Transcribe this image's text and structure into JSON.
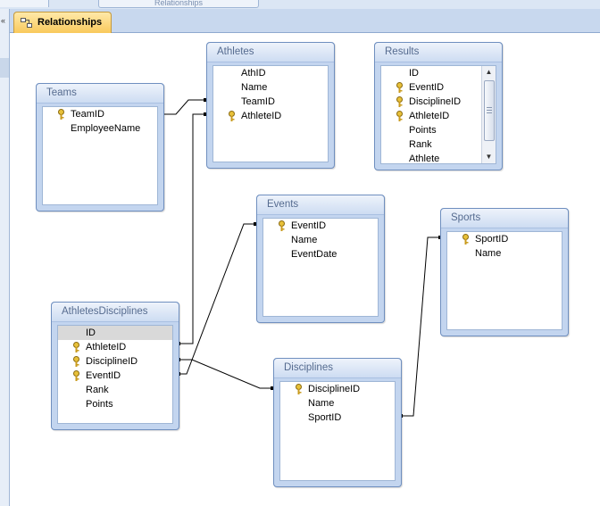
{
  "window": {
    "prev_tab_label": "Relationships"
  },
  "document_tab": {
    "label": "Relationships"
  },
  "tables": {
    "athletes": {
      "title": "Athletes",
      "fields": [
        "AthID",
        "Name",
        "TeamID",
        "AthleteID"
      ]
    },
    "results": {
      "title": "Results",
      "fields": [
        "ID",
        "EventID",
        "DisciplineID",
        "AthleteID",
        "Points",
        "Rank",
        "Athlete"
      ]
    },
    "teams": {
      "title": "Teams",
      "fields": [
        "TeamID",
        "EmployeeName"
      ]
    },
    "events": {
      "title": "Events",
      "fields": [
        "EventID",
        "Name",
        "EventDate"
      ]
    },
    "sports": {
      "title": "Sports",
      "fields": [
        "SportID",
        "Name"
      ]
    },
    "athletes_disciplines": {
      "title": "AthletesDisciplines",
      "fields": [
        "ID",
        "AthleteID",
        "DisciplineID",
        "EventID",
        "Rank",
        "Points"
      ]
    },
    "disciplines": {
      "title": "Disciplines",
      "fields": [
        "DisciplineID",
        "Name",
        "SportID"
      ]
    }
  },
  "icons": {
    "key": "key-icon",
    "relationships": "relationships-icon"
  },
  "colors": {
    "tab_active": "#f9c95c",
    "table_header": "#c3d5ef",
    "canvas": "#ffffff"
  }
}
